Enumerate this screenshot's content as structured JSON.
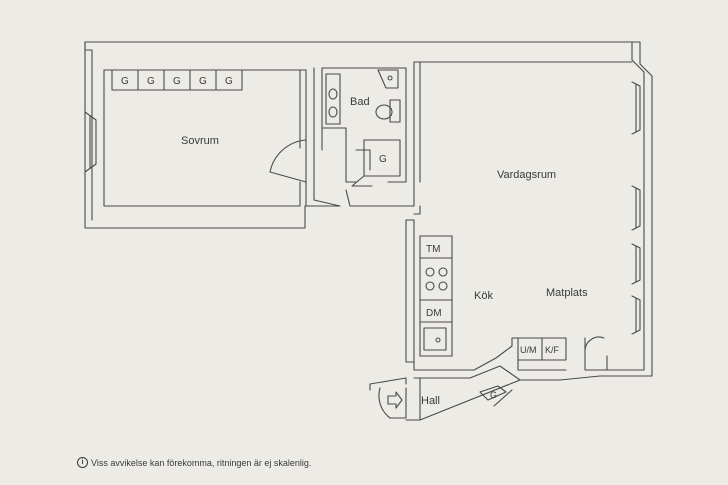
{
  "rooms": {
    "bedroom": "Sovrum",
    "bath": "Bad",
    "living": "Vardagsrum",
    "kitchen": "Kök",
    "dining": "Matplats",
    "hall": "Hall"
  },
  "wardrobes": [
    "G",
    "G",
    "G",
    "G",
    "G"
  ],
  "bath_wardrobe": "G",
  "hall_wardrobe": "G",
  "appliances": {
    "stove_top": "TM",
    "dishwasher": "DM",
    "washer": "U/M",
    "fridge_freezer": "K/F"
  },
  "disclaimer": {
    "icon": "i",
    "text": "Viss avvikelse kan förekomma, ritningen är ej skalenlig."
  }
}
